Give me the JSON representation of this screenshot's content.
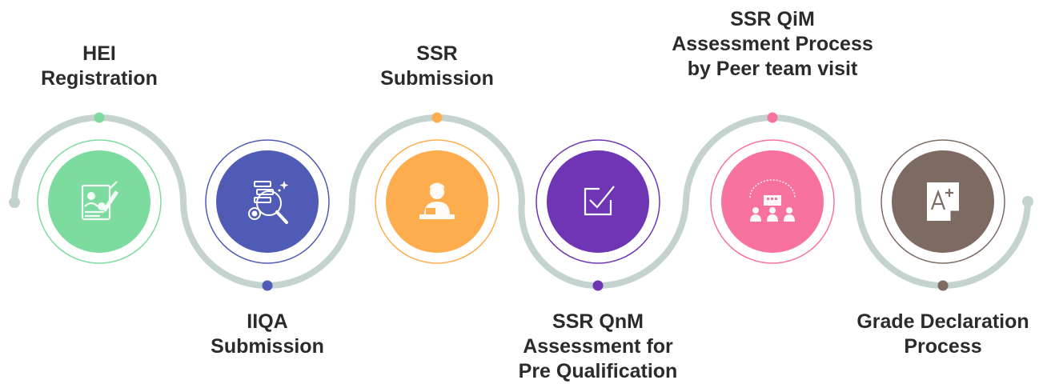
{
  "steps": [
    {
      "label_lines": [
        "HEI",
        "Registration"
      ],
      "color": "#7ddba0",
      "ring_color": "#7ddba0",
      "icon": "registration-form-icon"
    },
    {
      "label_lines": [
        "IIQA",
        "Submission"
      ],
      "color": "#4f5bb5",
      "ring_color": "#4f5bb5",
      "icon": "magnifier-gear-icon"
    },
    {
      "label_lines": [
        "SSR",
        "Submission"
      ],
      "color": "#fdad4d",
      "ring_color": "#fdad4d",
      "icon": "person-at-desk-icon"
    },
    {
      "label_lines": [
        "SSR QnM",
        "Assessment for",
        "Pre Qualification"
      ],
      "color": "#6f35b5",
      "ring_color": "#6f35b5",
      "icon": "checkbox-icon"
    },
    {
      "label_lines": [
        "SSR QiM",
        "Assessment Process",
        "by Peer team visit"
      ],
      "color": "#f8729f",
      "ring_color": "#f8729f",
      "icon": "peer-team-visit-icon"
    },
    {
      "label_lines": [
        "Grade Declaration",
        "Process"
      ],
      "color": "#7d6a62",
      "ring_color": "#7d6a62",
      "icon": "grade-a-plus-icon"
    }
  ],
  "track_color": "#c5d3d0",
  "text_color": "#2b2b2b"
}
